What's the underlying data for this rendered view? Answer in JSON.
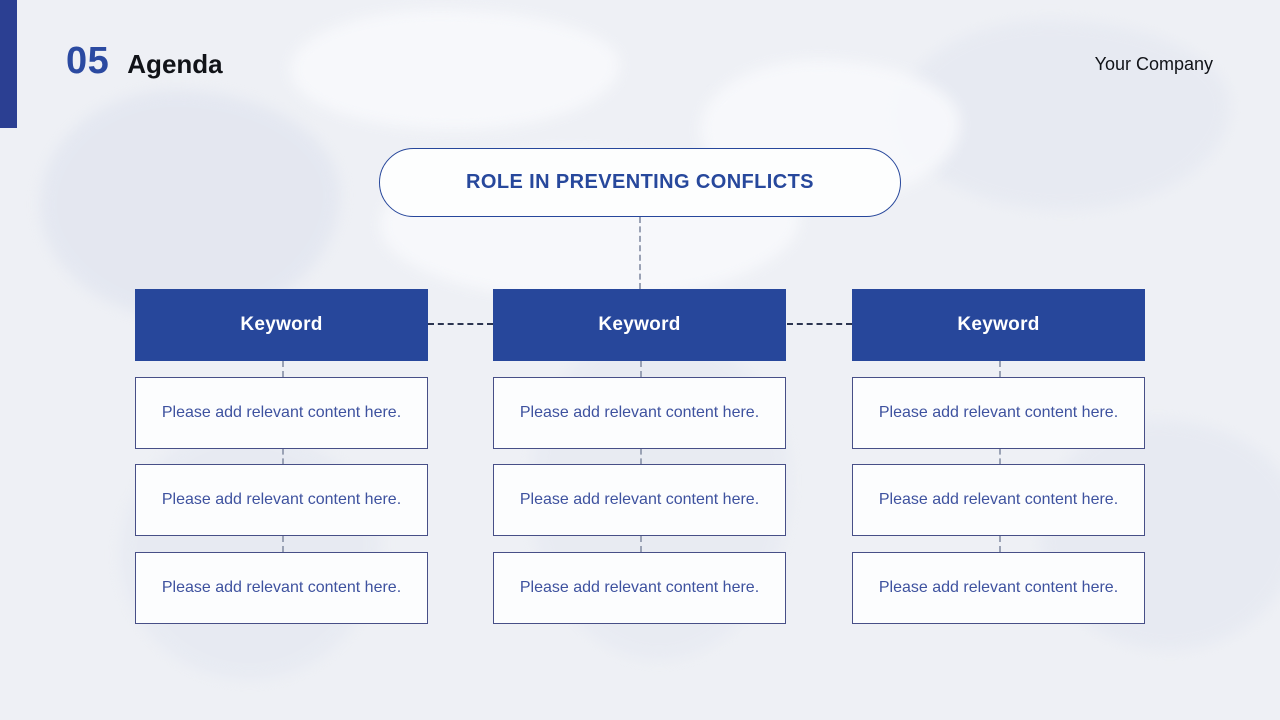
{
  "header": {
    "slide_number": "05",
    "slide_title": "Agenda",
    "company": "Your Company"
  },
  "diagram": {
    "root": {
      "label": "ROLE IN PREVENTING CONFLICTS"
    },
    "columns": [
      {
        "keyword": "Keyword",
        "items": [
          "Please add relevant content here.",
          "Please add relevant content here.",
          "Please add relevant content here."
        ]
      },
      {
        "keyword": "Keyword",
        "items": [
          "Please add relevant content here.",
          "Please add relevant content here.",
          "Please add relevant content here."
        ]
      },
      {
        "keyword": "Keyword",
        "items": [
          "Please add relevant content here.",
          "Please add relevant content here.",
          "Please add relevant content here."
        ]
      }
    ]
  },
  "colors": {
    "accent_blue": "#27479b",
    "accent_bar_blue": "#2b3f92",
    "title_blue": "#2b4aa1",
    "background": "#eef0f5",
    "content_text_blue": "#3e529f",
    "content_border_navy": "#474f87",
    "connector_gray": "#9aa2b5",
    "connector_dark": "#2c3550"
  }
}
